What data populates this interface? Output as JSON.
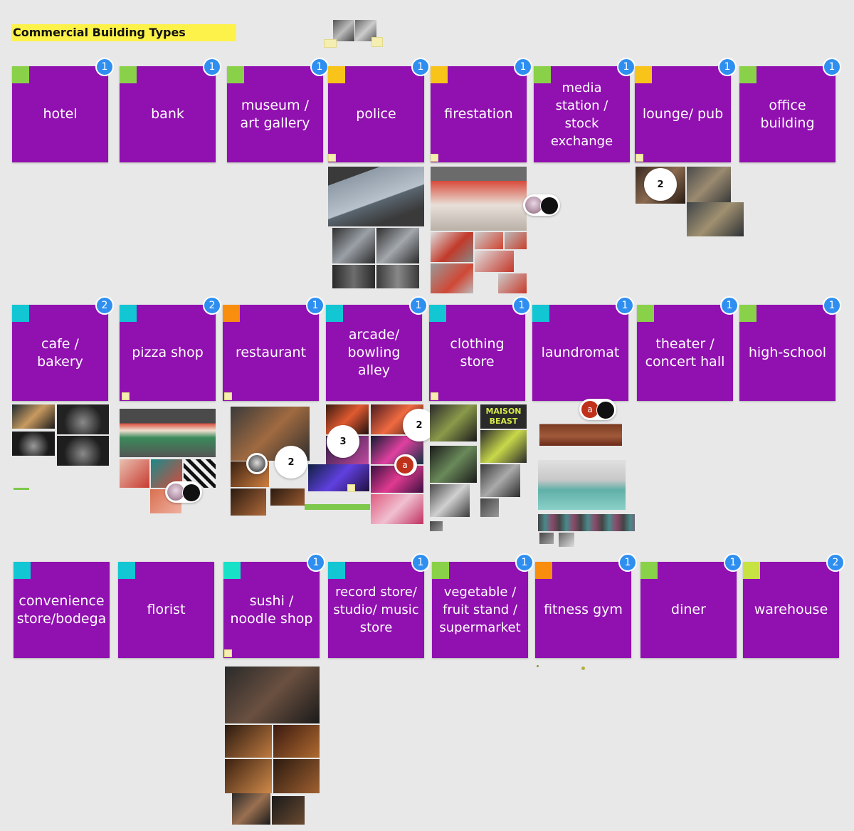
{
  "board": {
    "title": "Commercial Building Types"
  },
  "colors": {
    "card": "#9110b0",
    "badge": "#2f8ff0",
    "tag_lime": "#8ad14a",
    "tag_yellow": "#f8c41a",
    "tag_cyan": "#12c6d3",
    "tag_orange": "#f98d0e",
    "tag_teal": "#17e2c8",
    "tag_chartreuse": "#c7e341"
  },
  "cards": [
    {
      "label": "hotel",
      "badge": "1",
      "tag": "lime"
    },
    {
      "label": "bank",
      "badge": "1",
      "tag": "lime"
    },
    {
      "label": "museum / art gallery",
      "badge": "1",
      "tag": "lime"
    },
    {
      "label": "police",
      "badge": "1",
      "tag": "yellow"
    },
    {
      "label": "firestation",
      "badge": "1",
      "tag": "yellow"
    },
    {
      "label": "media station / stock exchange",
      "badge": "1",
      "tag": "lime"
    },
    {
      "label": "lounge/ pub",
      "badge": "1",
      "tag": "yellow"
    },
    {
      "label": "office building",
      "badge": "1",
      "tag": "lime"
    },
    {
      "label": "cafe / bakery",
      "badge": "2",
      "tag": "cyan"
    },
    {
      "label": "pizza shop",
      "badge": "2",
      "tag": "cyan"
    },
    {
      "label": "restaurant",
      "badge": "1",
      "tag": "orange"
    },
    {
      "label": "arcade/ bowling alley",
      "badge": "1",
      "tag": "cyan"
    },
    {
      "label": "clothing store",
      "badge": "1",
      "tag": "cyan"
    },
    {
      "label": "laundromat",
      "badge": "1",
      "tag": "cyan"
    },
    {
      "label": "theater / concert hall",
      "badge": "1",
      "tag": "lime"
    },
    {
      "label": "high-school",
      "badge": "1",
      "tag": "lime"
    },
    {
      "label": "convenience store/bodega",
      "badge": "",
      "tag": "cyan"
    },
    {
      "label": "florist",
      "badge": "",
      "tag": "cyan"
    },
    {
      "label": "sushi / noodle shop",
      "badge": "1",
      "tag": "teal"
    },
    {
      "label": "record store/ studio/ music store",
      "badge": "1",
      "tag": "cyan"
    },
    {
      "label": "vegetable / fruit stand / supermarket",
      "badge": "1",
      "tag": "lime"
    },
    {
      "label": "fitness gym",
      "badge": "1",
      "tag": "orange"
    },
    {
      "label": "diner",
      "badge": "1",
      "tag": "lime"
    },
    {
      "label": "warehouse",
      "badge": "2",
      "tag": "chartreuse"
    }
  ],
  "comments": {
    "lounge_count": "2",
    "restaurant_count": "2",
    "arcade_count_a": "3",
    "arcade_count_b": "2",
    "avatar_letter": "a"
  },
  "thumb_text": {
    "maison": "MAISON",
    "beast": "BEAST"
  }
}
